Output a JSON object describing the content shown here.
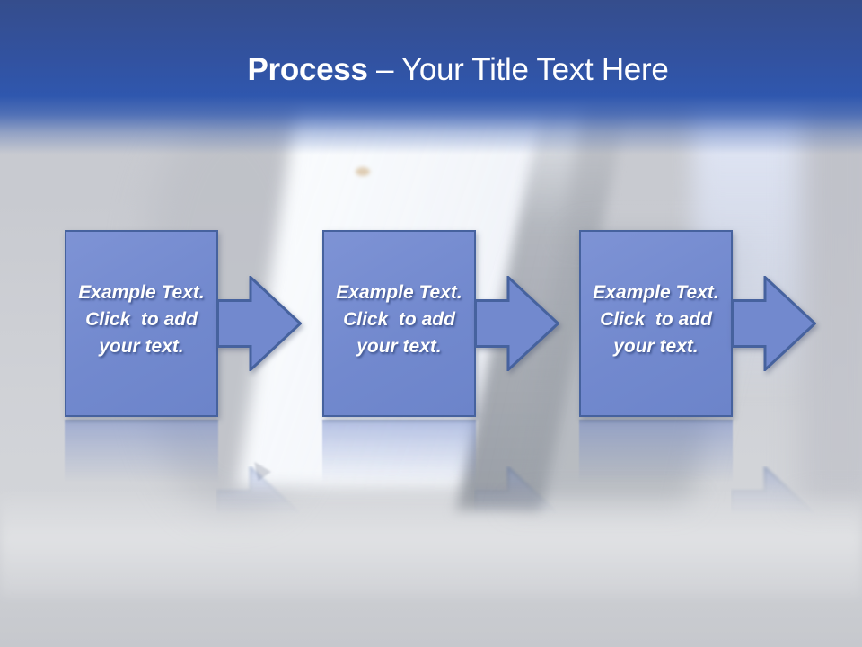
{
  "title": {
    "bold": "Process",
    "rest": " – Your Title Text Here"
  },
  "steps": [
    {
      "line1": "Example Text.",
      "line2": "Click  to add",
      "line3": "your text."
    },
    {
      "line1": "Example Text.",
      "line2": "Click  to add",
      "line3": "your text."
    },
    {
      "line1": "Example Text.",
      "line2": "Click  to add",
      "line3": "your text."
    }
  ],
  "colors": {
    "header_blue": "#2f57ae",
    "header_blue_dark": "#354d8c",
    "shape_fill": "#7289ce",
    "shape_border": "#46629e",
    "text": "#ffffff",
    "background_gray": "#caccd2"
  }
}
